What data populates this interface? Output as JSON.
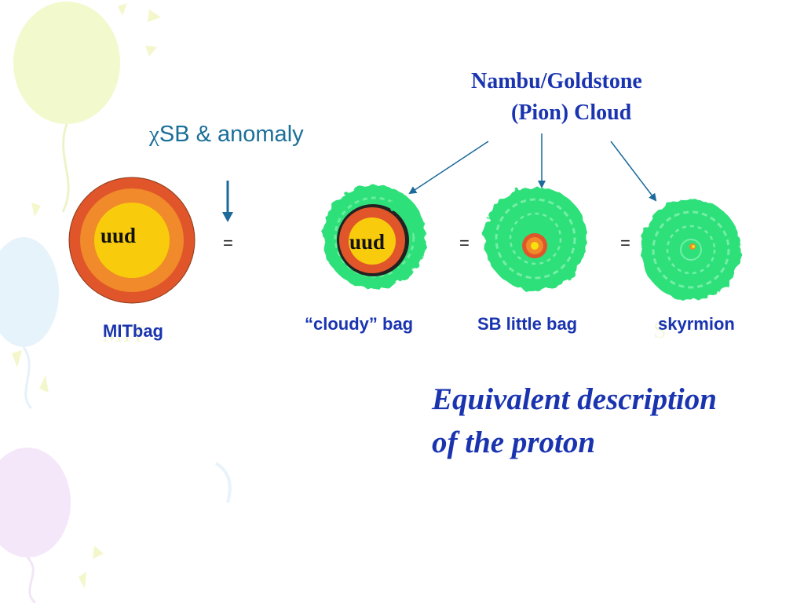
{
  "pion_cloud": {
    "line1": "Nambu/Goldstone",
    "line2": "(Pion) Cloud"
  },
  "symmetry_breaking": {
    "chi": "χ",
    "text": "SB & anomaly"
  },
  "models": [
    {
      "core": "uud",
      "label": "MITbag"
    },
    {
      "core": "uud",
      "label": "“cloudy” bag"
    },
    {
      "label": "SB little bag"
    },
    {
      "label": "skyrmion"
    }
  ],
  "equals": [
    "=",
    "=",
    "="
  ],
  "conclusion": {
    "line1": "Equivalent description",
    "line2": "of the proton"
  },
  "colors": {
    "accent_text": "#1a34b0",
    "teal_text": "#1a6f98",
    "cloud": "#2ee07a",
    "bag_outer": "#e0552a",
    "bag_mid": "#f08a2a",
    "bag_core": "#f8cc0c",
    "arrow": "#1b6a9a"
  }
}
